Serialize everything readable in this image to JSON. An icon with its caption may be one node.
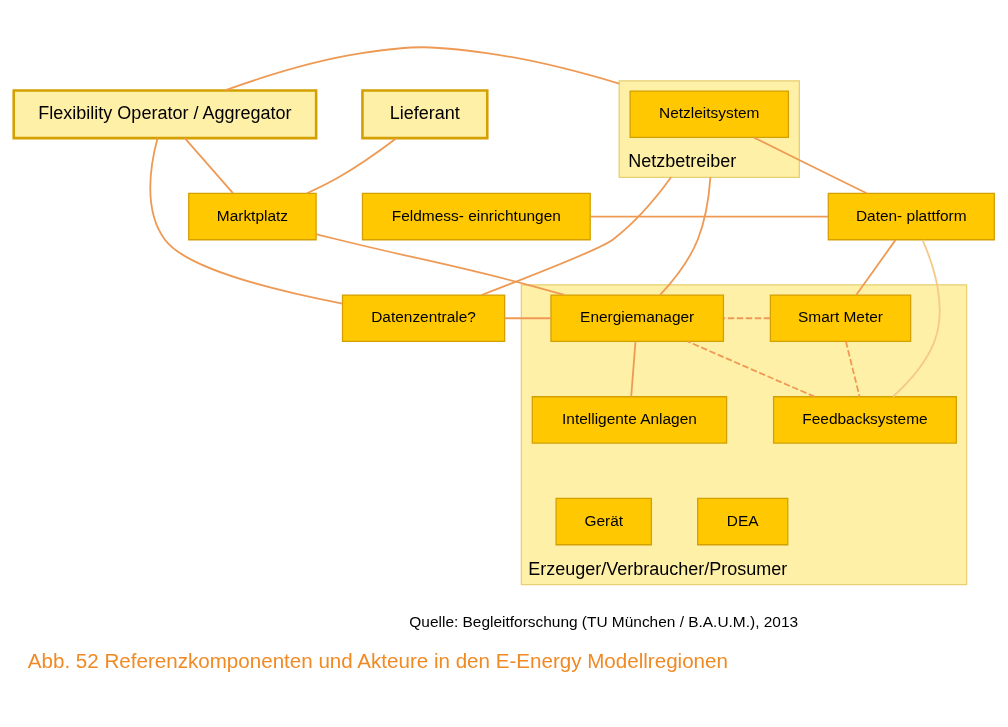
{
  "diagram": {
    "caption": "Abb. 52 Referenzkomponenten und Akteure in den E-Energy Modellregionen",
    "nodes": [
      {
        "text": [
          "Netzbetreiber"
        ]
      },
      {
        "text": [
          "Netzleitsystem"
        ],
        "in": 0
      },
      {
        "text": [
          "Lieferant"
        ]
      },
      {
        "text": [
          "Flexibility Operator / Aggregator"
        ]
      },
      {
        "text": [
          "Feldmess- einrichtungen"
        ]
      },
      {
        "text": [
          "Daten- plattform"
        ]
      },
      {
        "text": [
          "Marktplatz"
        ]
      },
      {
        "text": [
          "Erzeuger/Verbraucher/Prosumer"
        ]
      },
      {
        "text": [
          "Smart Meter"
        ],
        "in": 7
      },
      {
        "text": [
          "Energiemanager"
        ],
        "in": 7
      },
      {
        "text": [
          "Datenzentrale?"
        ]
      },
      {
        "text": [
          "Feedbacksysteme"
        ],
        "in": 7
      },
      {
        "text": [
          "Intelligente Anlagen"
        ],
        "in": 7
      },
      {
        "text": [
          "Gerät"
        ],
        "in": 7
      },
      {
        "text": [
          "DEA"
        ],
        "in": 7
      }
    ],
    "edges": [
      {
        "from": 0,
        "to": 3,
        "arrow": "none"
      },
      {
        "from": 1,
        "to": 5,
        "arrow": "none"
      },
      {
        "from": 2,
        "to": 6,
        "arrow": "none"
      },
      {
        "from": 6,
        "to": 3,
        "arrow": "none"
      },
      {
        "from": 4,
        "to": 5,
        "arrow": "none"
      },
      {
        "from": 0,
        "to": 9,
        "arrow": "none"
      },
      {
        "from": 0,
        "to": 10,
        "arrow": "none"
      },
      {
        "from": 5,
        "to": 11,
        "arrow": "none",
        "color": "#f5c98a"
      },
      {
        "from": 5,
        "to": 8,
        "arrow": "none"
      },
      {
        "from": 6,
        "to": 9,
        "arrow": "none"
      },
      {
        "from": 9,
        "to": 10,
        "arrow": "none"
      },
      {
        "from": 3,
        "to": 10,
        "arrow": "none"
      },
      {
        "from": 8,
        "to": 9,
        "arrow": "none",
        "style": "dashed"
      },
      {
        "from": 8,
        "to": 11,
        "arrow": "none",
        "style": "dashed"
      },
      {
        "from": 11,
        "to": 9,
        "arrow": "none",
        "style": "dashed"
      },
      {
        "from": 9,
        "to": 12,
        "arrow": "none"
      }
    ],
    "labels": [
      "Quelle: Begleitforschung (TU München / B.A.U.M.), 2013"
    ]
  }
}
